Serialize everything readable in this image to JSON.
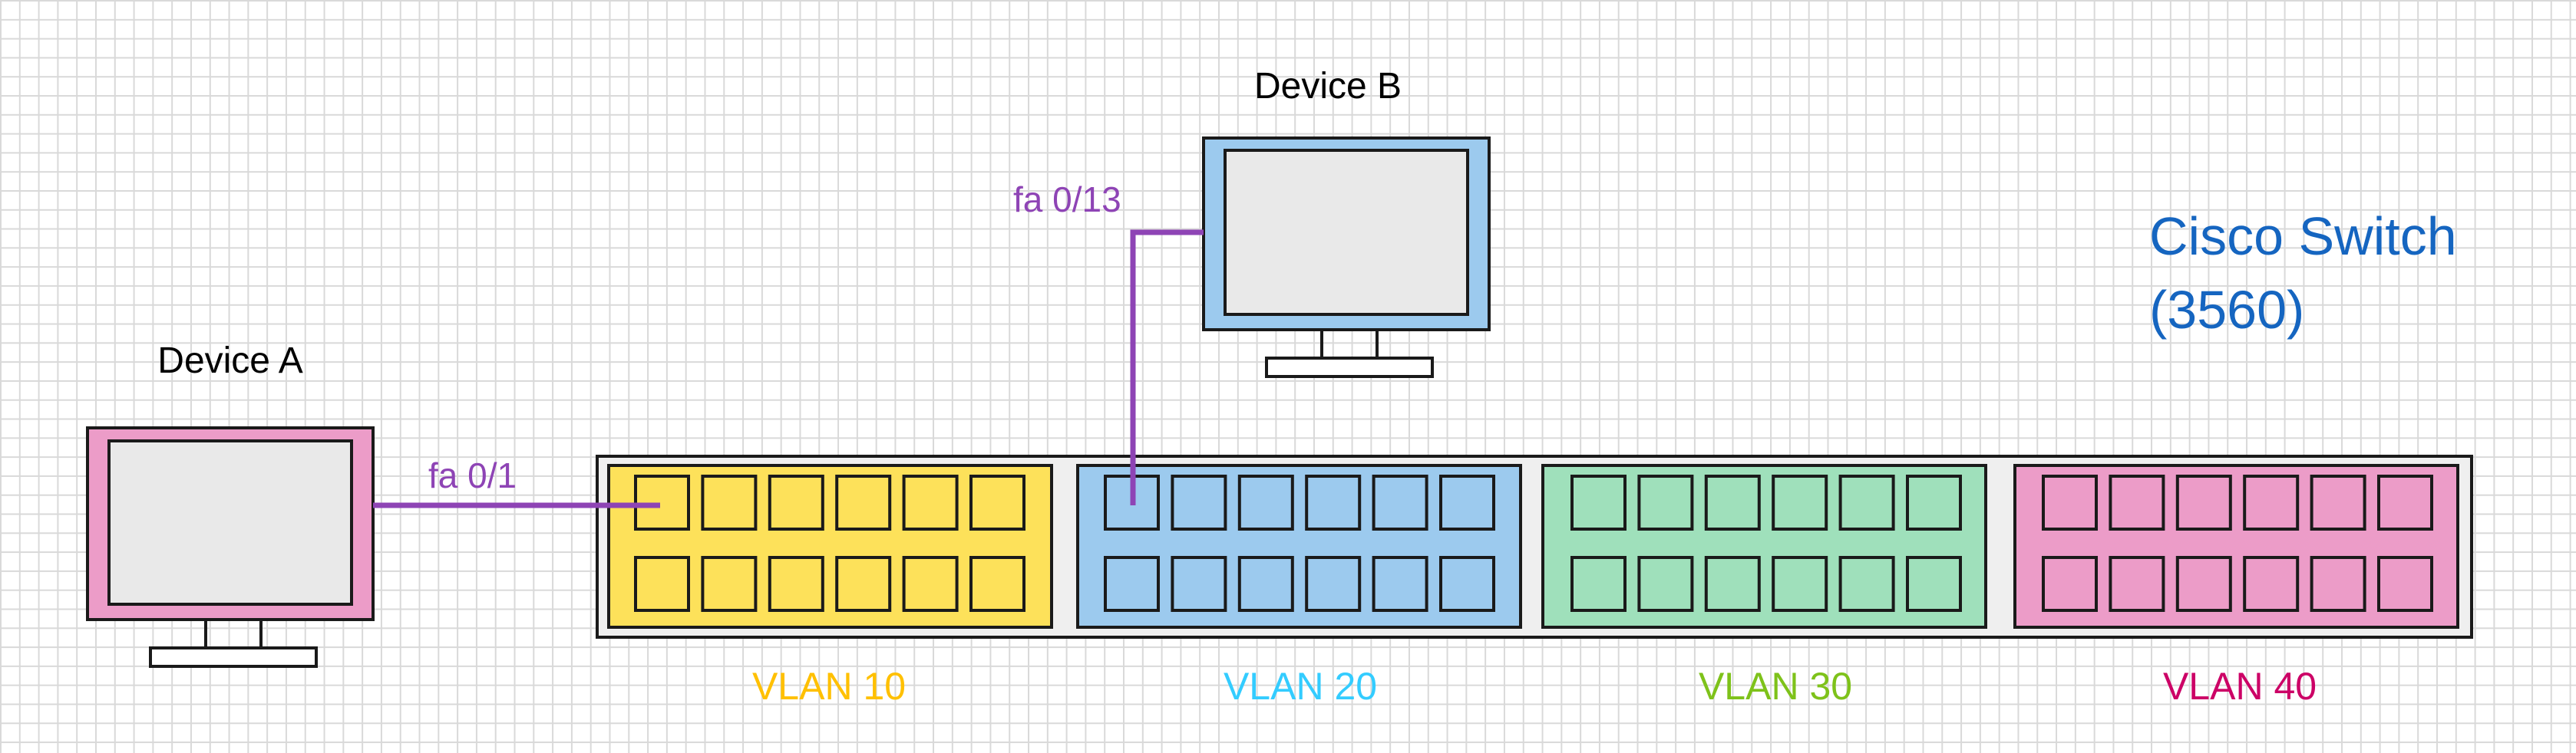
{
  "devices": {
    "a": {
      "label": "Device A",
      "port": "fa 0/1"
    },
    "b": {
      "label": "Device B",
      "port": "fa 0/13"
    }
  },
  "switch": {
    "title_line1": "Cisco Switch",
    "title_line2": "(3560)"
  },
  "vlans": [
    {
      "label": "VLAN 10",
      "fill": "#fde15a",
      "text_color": "#ffc000"
    },
    {
      "label": "VLAN 20",
      "fill": "#9ccaee",
      "text_color": "#33ccff"
    },
    {
      "label": "VLAN 30",
      "fill": "#9fe0bb",
      "text_color": "#7ec21a"
    },
    {
      "label": "VLAN 40",
      "fill": "#ec9cc8",
      "text_color": "#cc0066"
    }
  ],
  "colors": {
    "cable": "#8e44b5",
    "switch_title": "#1565c0",
    "device_a_frame": "#ec9cc8",
    "device_b_frame": "#9ccaee",
    "screen": "#e9e9e9",
    "outline": "#1a1a1a"
  }
}
